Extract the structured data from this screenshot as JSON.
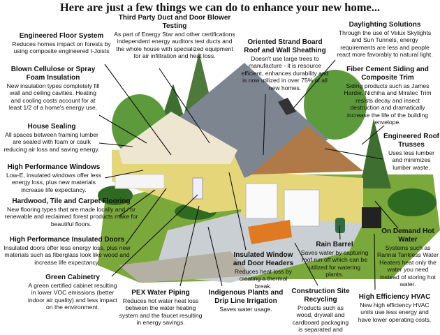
{
  "title": "Here are just a few things we can do to enhance your new home...",
  "callouts": [
    {
      "heading": "Third Party Duct and Door Blower Testing",
      "body": "As part of Energy Star and other certifications independent energy auditors test ducts and the whole house with specialized equipment for air infiltration and heat loss."
    },
    {
      "heading": "Engineered Floor System",
      "body": "Reduces homes impact on forests by using composite engineered I-Joists"
    },
    {
      "heading": "Blown Cellulose or Spray Foam Insulation",
      "body": "New insulation types completely fill wall and ceiling cavities. Heating and cooling costs account for at least 1/2 of a home's energy use."
    },
    {
      "heading": "House Sealing",
      "body": "All spaces between framing lumber are sealed with foam or caulk reducing air loss and saving energy."
    },
    {
      "heading": "High Performance Windows",
      "body": "Low-E, insulated windows offer less energy loss, plus new materials increase life expectancy."
    },
    {
      "heading": "Hardwood, Tile and Carpet Flooring",
      "body": "New flooring types that are made locally and / or renewable and reclaimed forest products make for beautiful floors."
    },
    {
      "heading": "High Performance Insulated Doors",
      "body": "Insulated doors offer less energy loss, plus new materials such as fiberglass look like wood and increase life expectancy."
    },
    {
      "heading": "Green Cabinetry",
      "body": "A green certified cabinet resulting in lower VOC emissions (better indoor air quality) and less impact on the environment."
    },
    {
      "heading": "PEX Water Piping",
      "body": "Reduces hot water heat loss between the water heating system and the faucet resulting in energy savings."
    },
    {
      "heading": "Indigenous Plants and Drip Line Irrigation",
      "body": "Saves water usage."
    },
    {
      "heading": "Insulated Window and Door Headers",
      "body": "Reduces heat loss by creating a thermal break."
    },
    {
      "heading": "Construction Site Recycling",
      "body": "Products such as wood, drywall and cardboard packaging is separated and recycled."
    },
    {
      "heading": "Rain Barrel",
      "body": "Saves water by capturing roof run off which can be utilized for watering plants."
    },
    {
      "heading": "On Demand Hot Water",
      "body": "Systems such as Rannai Tankless Water Heaters heat only the water you need instead of storing hot water."
    },
    {
      "heading": "High Efficiency HVAC",
      "body": "New high efficiency HVAC units use less energy and have lower operating costs."
    },
    {
      "heading": "Oriented Strand Board Roof and Wall Sheathing",
      "body": "Doesn't use large trees to manufacture - it is resource efficient, enhances durability and is now utilized in over 75% of all new homes."
    },
    {
      "heading": "Daylighting Solutions",
      "body": "Through the use of Velux Skylights and Sun Tunnels, energy requirements are less and people react more favorably to natural light."
    },
    {
      "heading": "Fiber Cement Siding and Composite Trim",
      "body": "Siding products such as James Hardie, Nichiha and Miratec Trim resists decay and insect destruction and dramatically increase the life of the building envelope."
    },
    {
      "heading": "Engineered Roof Trusses",
      "body": "Uses less lumber and minimizes lumber waste."
    }
  ],
  "colors": {
    "roof": "#7d8590",
    "siding": "#e6d67a",
    "lawn": "#7aa83a",
    "driveway": "#c9cfd3",
    "tree": "#3f7a2a",
    "dumpster": "#e07a22"
  }
}
